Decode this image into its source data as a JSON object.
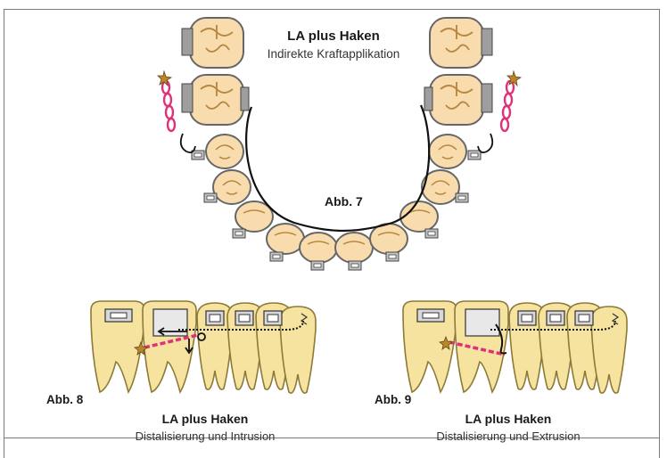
{
  "top": {
    "title": "LA plus Haken",
    "subtitle": "Indirekte Kraftapplikation",
    "figure_label": "Abb. 7"
  },
  "fig8": {
    "label": "Abb. 8",
    "title": "LA plus Haken",
    "subtitle": "Distalisierung und Intrusion"
  },
  "fig9": {
    "label": "Abb. 9",
    "title": "LA plus Haken",
    "subtitle": "Distalisierung und Extrusion"
  },
  "colors": {
    "tooth_fill": "#f8dcae",
    "tooth_stroke": "#b8863c",
    "root_fill": "#f6e3a0",
    "bracket": "#b9b9b9",
    "chain": "#e0307a",
    "wire": "#111111"
  }
}
